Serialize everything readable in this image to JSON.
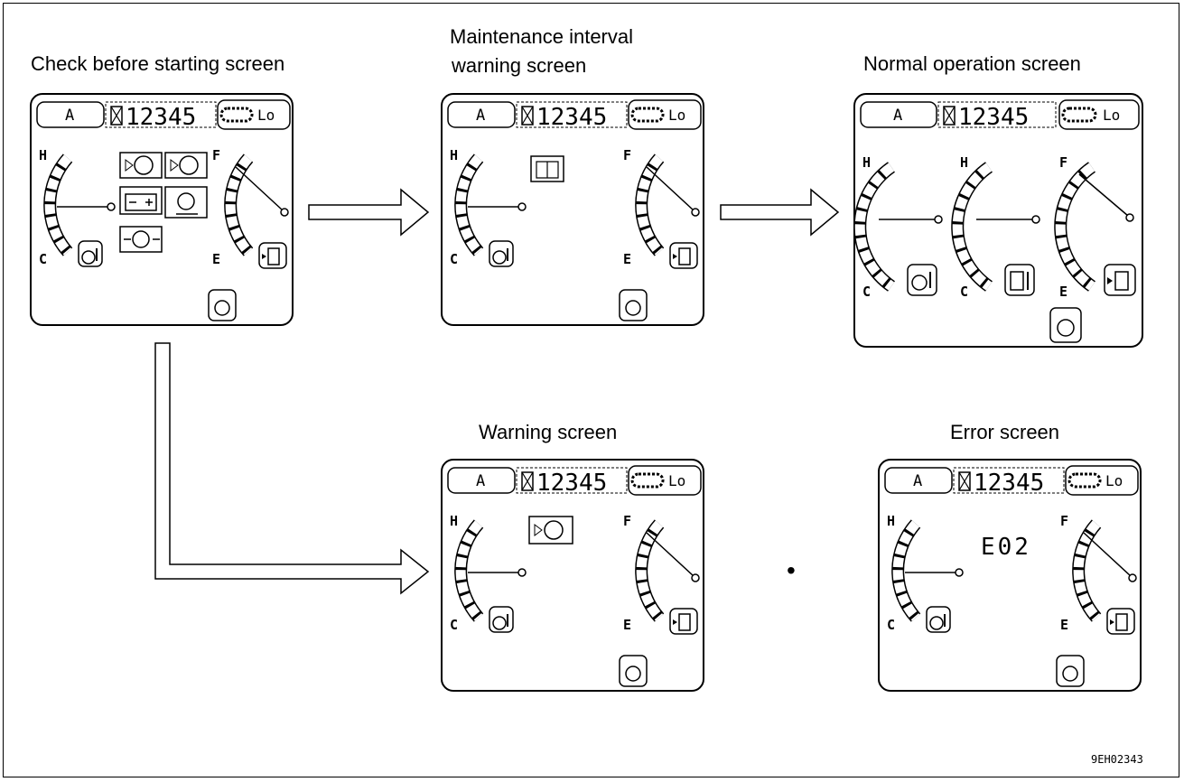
{
  "titles": {
    "check_before_starting": "Check before starting screen",
    "maintenance_line1": "Maintenance interval",
    "maintenance_line2": "warning screen",
    "normal_operation": "Normal operation screen",
    "warning": "Warning screen",
    "error": "Error screen"
  },
  "monitor": {
    "mode_label": "A",
    "hour_meter": "12345",
    "travel_speed": "Lo",
    "gauge_hot": "H",
    "gauge_cold": "C",
    "gauge_full": "F",
    "gauge_empty": "E"
  },
  "error_code": "E02",
  "bullet": "•",
  "figure_code": "9EH02343",
  "icons": [
    "engine-water-temperature-icon",
    "fuel-level-icon",
    "hydraulic-oil-temperature-icon",
    "preheat-icon",
    "radiator-coolant-level-icon",
    "engine-oil-level-icon",
    "battery-charge-icon",
    "air-cleaner-clogging-icon",
    "engine-oil-pressure-icon",
    "maintenance-interval-icon",
    "track-travel-icon"
  ]
}
